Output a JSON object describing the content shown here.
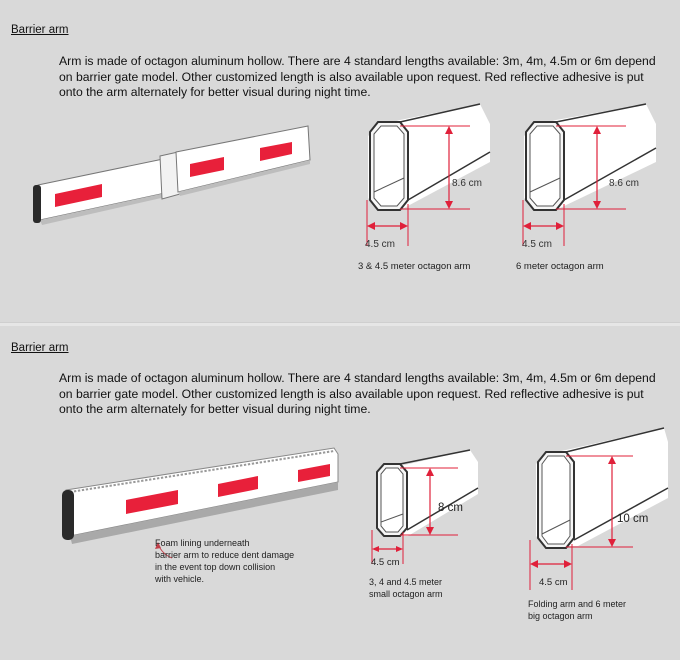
{
  "sections": [
    {
      "heading": "Barrier arm",
      "paragraph": "Arm is made of octagon aluminum hollow.  There are 4 standard lengths available: 3m, 4m, 4.5m or 6m depend on barrier gate model.  Other customized length is also available upon request.  Red reflective adhesive is put onto the arm alternately for better visual during night time.",
      "profiles": [
        {
          "height": "8.6 cm",
          "width": "4.5 cm",
          "caption": "3 & 4.5 meter octagon arm"
        },
        {
          "height": "8.6 cm",
          "width": "4.5 cm",
          "caption": "6 meter octagon arm"
        }
      ]
    },
    {
      "heading": "Barrier arm",
      "paragraph": "Arm is made of octagon aluminum hollow.  There are 4 standard lengths available: 3m, 4m, 4.5m or 6m depend on barrier gate model.  Other customized length is also available upon request.  Red reflective adhesive is put onto the arm alternately for better visual during night time.",
      "foam_note": "Foam lining underneath barrier arm to reduce dent damage in the event top down collision with vehicle.",
      "foam_note_lines": [
        "Foam lining underneath",
        "barrier arm to reduce dent damage",
        "in the event top down collision",
        "with vehicle."
      ],
      "profiles": [
        {
          "height": "8 cm",
          "width": "4.5 cm",
          "caption_lines": [
            "3, 4 and 4.5 meter",
            "small octagon arm"
          ]
        },
        {
          "height": "10 cm",
          "width": "4.5 cm",
          "caption_lines": [
            "Folding arm and 6 meter",
            "big octagon arm"
          ]
        }
      ]
    }
  ],
  "colors": {
    "background": "#d9d9d9",
    "reflective_red": "#e8203a",
    "dimension_red": "#e0203a",
    "arm_white": "#ffffff",
    "end_cap": "#2a2a2a"
  }
}
